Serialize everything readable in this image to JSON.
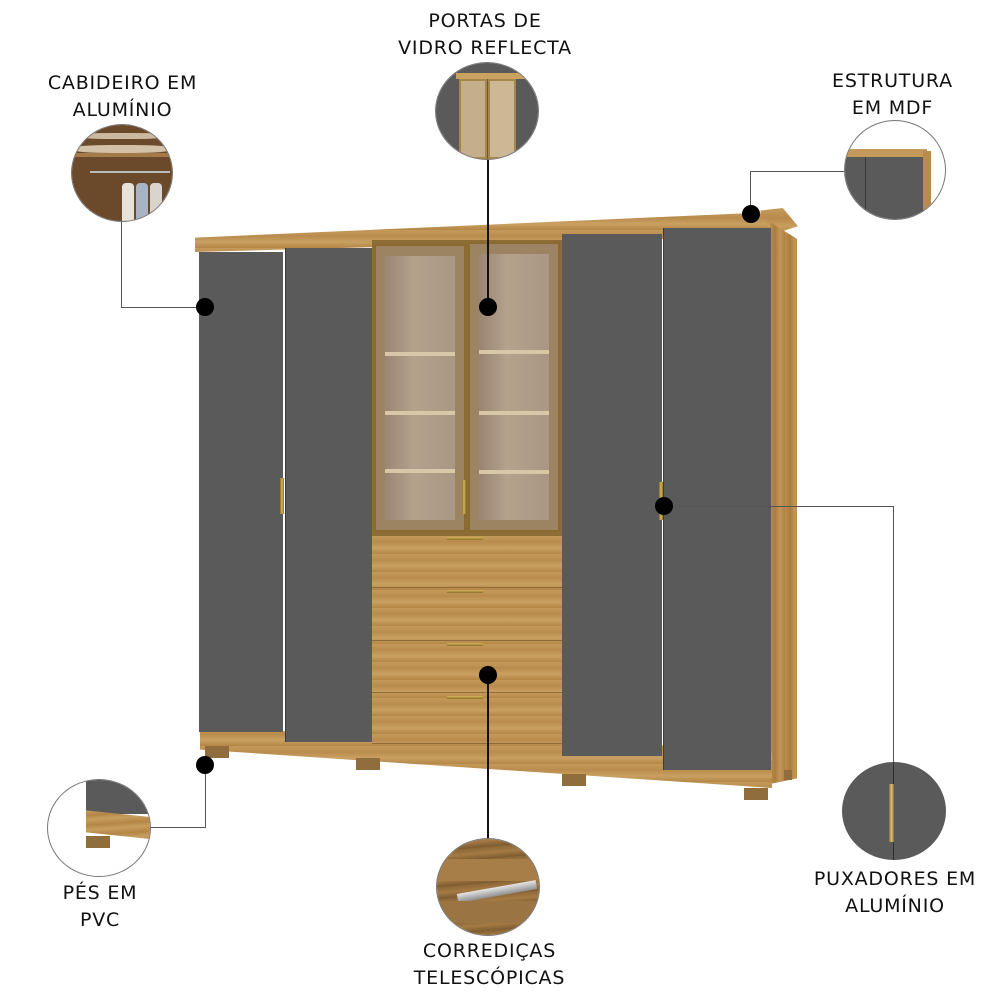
{
  "diagram": {
    "subject": "Guarda-roupa com portas cinza, portas de vidro e gavetas",
    "colors": {
      "door_gray": "#5a5a5b",
      "wood": "#c19555",
      "handle_gold": "#c9a84f",
      "glass": "#a99784",
      "marker": "#000000",
      "connector": "#555555"
    },
    "callouts": [
      {
        "id": "cabideiro",
        "line1": "CABIDEIRO EM",
        "line2": "ALUMÍNIO",
        "icon": "hanging-rail-closeup"
      },
      {
        "id": "portas_vidro",
        "line1": "PORTAS DE",
        "line2": "VIDRO REFLECTA",
        "icon": "glass-doors-closeup"
      },
      {
        "id": "estrutura",
        "line1": "ESTRUTURA",
        "line2": "EM MDF",
        "icon": "mdf-corner-closeup"
      },
      {
        "id": "pes",
        "line1": "PÉS EM",
        "line2": "PVC",
        "icon": "feet-closeup"
      },
      {
        "id": "corredicas",
        "line1": "CORREDIÇAS",
        "line2": "TELESCÓPICAS",
        "icon": "drawer-slide-closeup"
      },
      {
        "id": "puxadores",
        "line1": "PUXADORES EM",
        "line2": "ALUMÍNIO",
        "icon": "handle-closeup"
      }
    ]
  }
}
